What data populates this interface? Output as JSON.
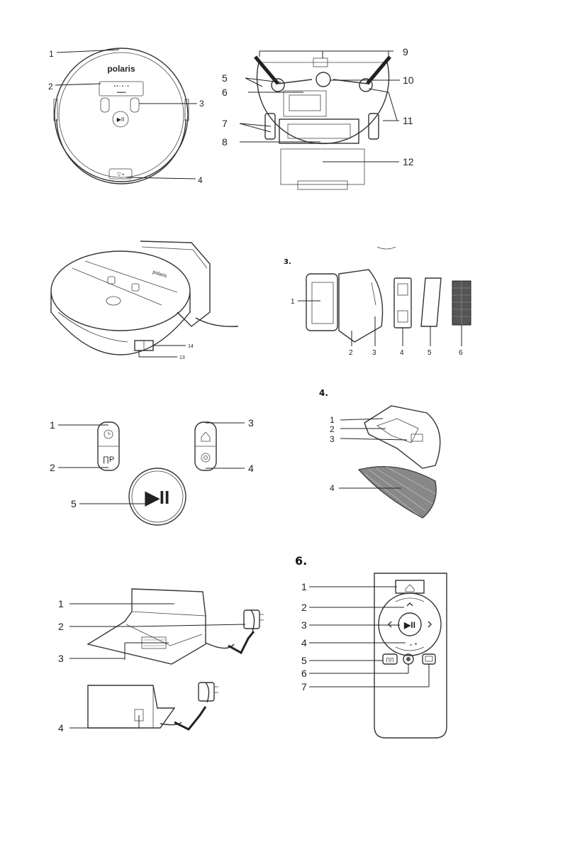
{
  "fig1": {
    "brand": "polaris",
    "labels_left": [
      "1",
      "2"
    ],
    "label_3": "3",
    "label_4": "4"
  },
  "fig2": {
    "labels": [
      "9",
      "5",
      "10",
      "6",
      "11",
      "7",
      "8",
      "12"
    ]
  },
  "fig_robot_dock": {
    "brand": "polaris",
    "label_14": "14",
    "label_13": "13"
  },
  "fig3": {
    "section": "3.",
    "labels": [
      "1",
      "2",
      "3",
      "4",
      "5",
      "6"
    ]
  },
  "fig_buttons": {
    "labels": [
      "1",
      "2",
      "3",
      "4",
      "5"
    ]
  },
  "fig4": {
    "section": "4.",
    "labels": [
      "1",
      "2",
      "3",
      "4"
    ]
  },
  "fig_dock": {
    "labels": [
      "1",
      "2",
      "3",
      "4"
    ]
  },
  "fig6": {
    "section": "6.",
    "labels": [
      "1",
      "2",
      "3",
      "4",
      "5",
      "6",
      "7"
    ]
  },
  "icons": [
    "play-pause-icon",
    "clock-icon",
    "home-icon",
    "spot-clean-icon",
    "chevron-up-icon",
    "chevron-down-icon",
    "chevron-left-icon",
    "chevron-right-icon",
    "plug-icon"
  ]
}
